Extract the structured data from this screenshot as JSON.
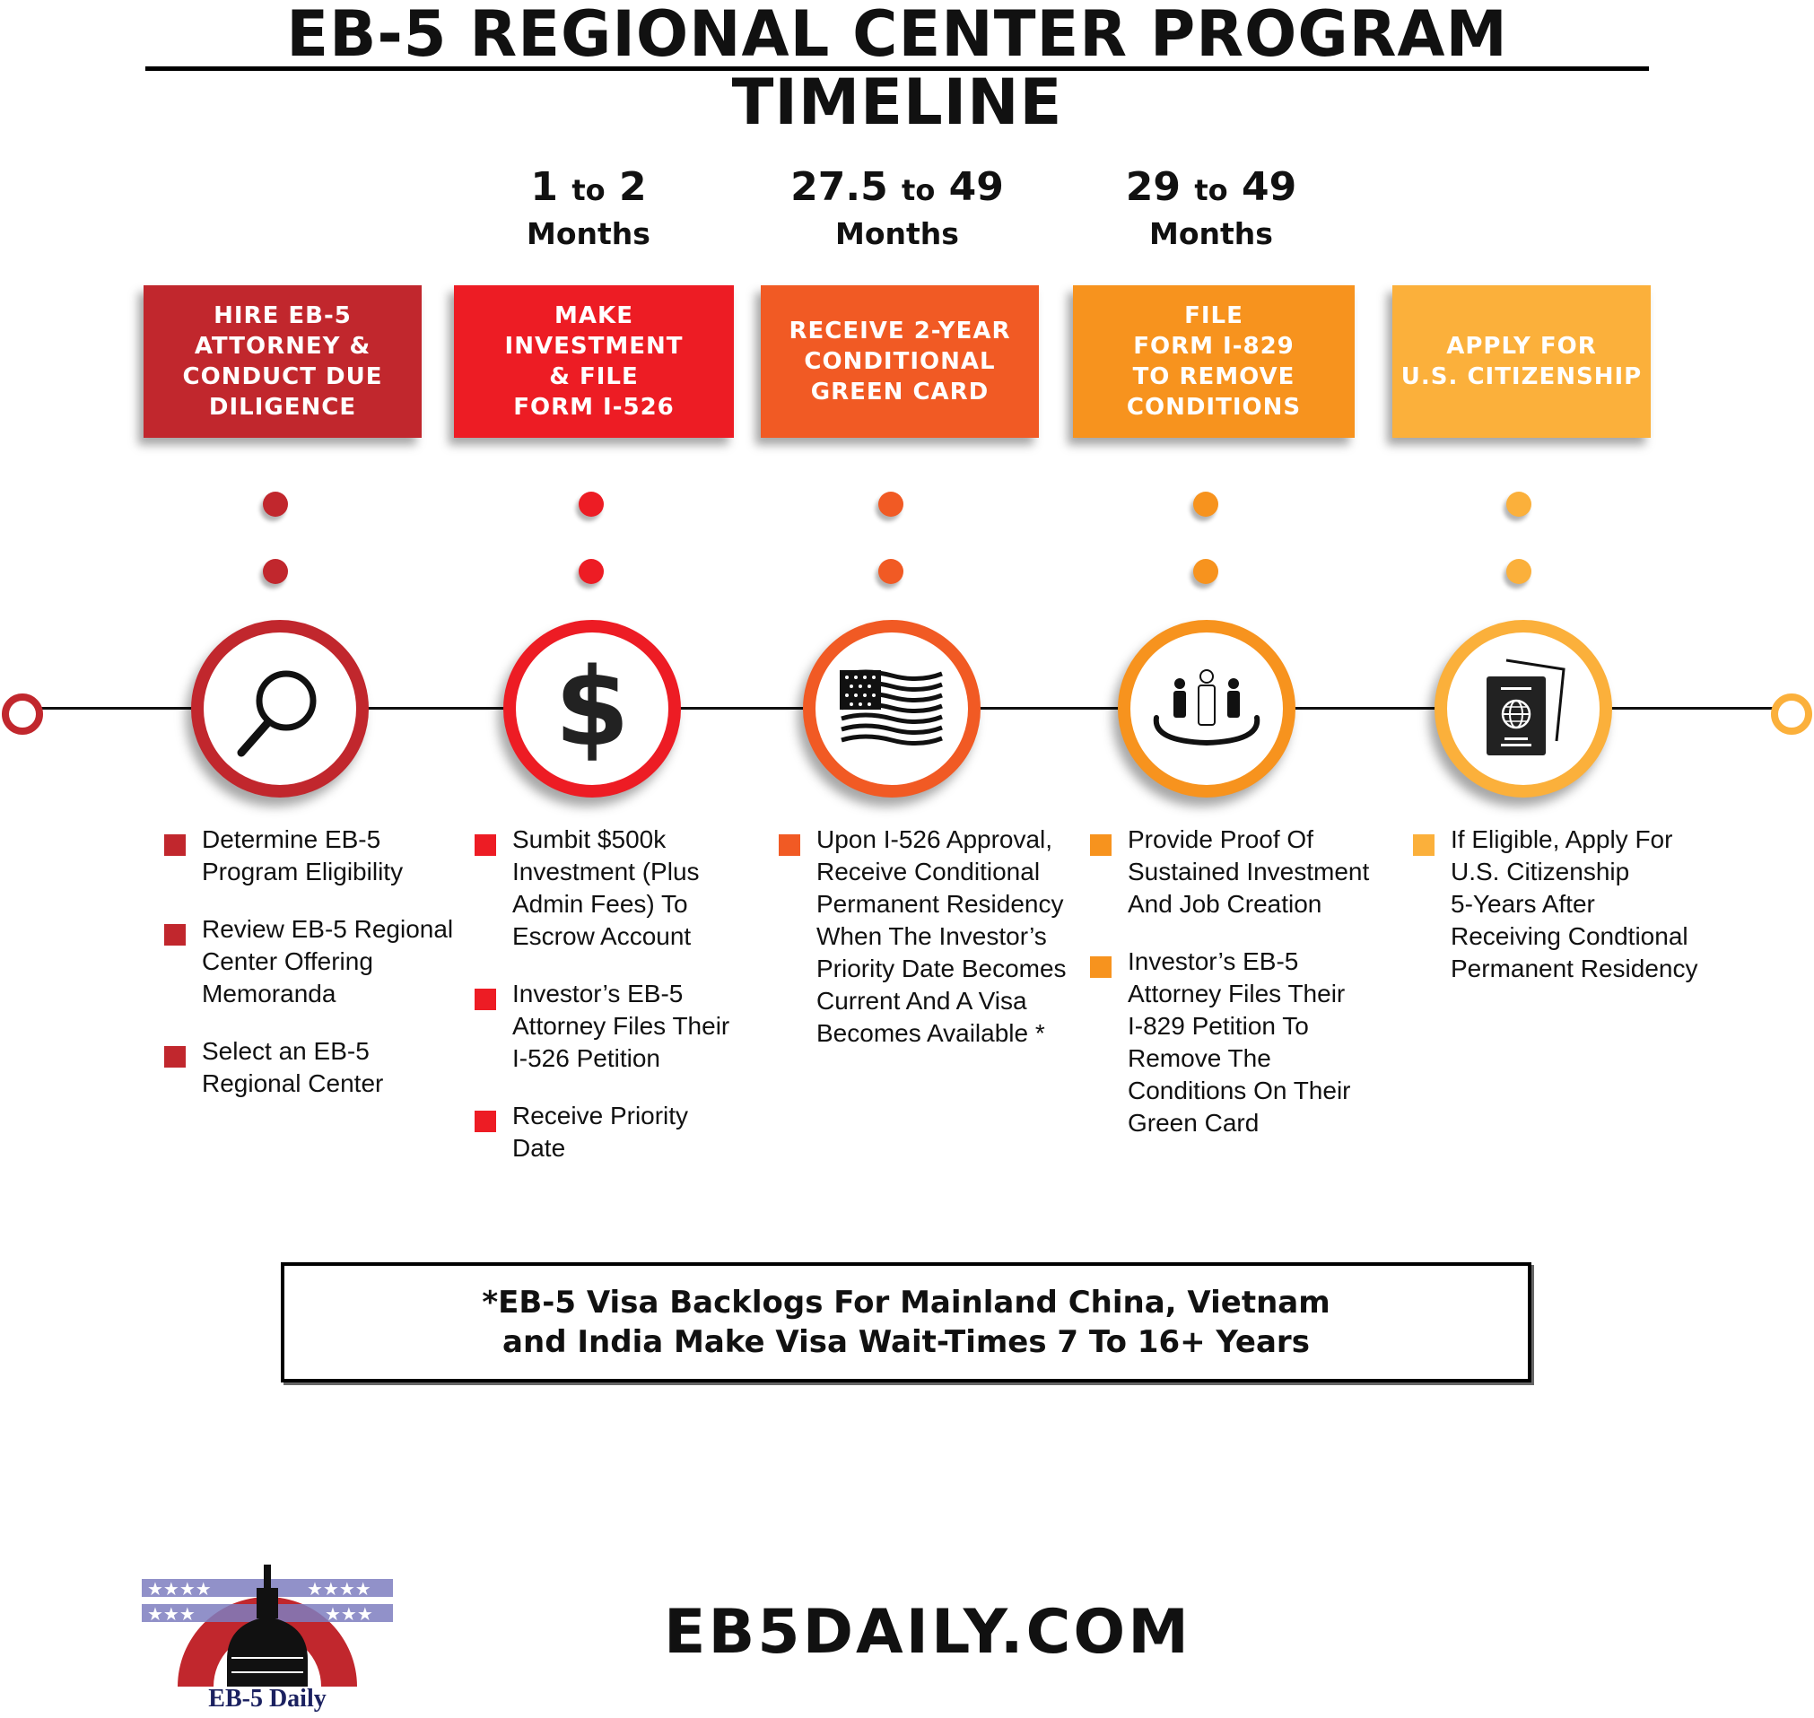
{
  "title": "EB-5 REGIONAL CENTER PROGRAM TIMELINE",
  "colors": {
    "step1": "#c1272d",
    "step2": "#ed1c24",
    "step3": "#f15a24",
    "step4": "#f7931e",
    "step5": "#fbb03b"
  },
  "steps": [
    {
      "duration": null,
      "box_label": "HIRE EB-5\nATTORNEY &\nCONDUCT DUE\nDILIGENCE",
      "icon": "magnifying-glass-icon",
      "bullets": [
        "Determine EB-5\nProgram Eligibility",
        "Review EB-5 Regional\nCenter Offering\nMemoranda",
        "Select an EB-5\nRegional Center"
      ]
    },
    {
      "duration": {
        "from": "1",
        "to_word": "to",
        "to": "2",
        "unit": "Months"
      },
      "box_label": "MAKE\nINVESTMENT\n& FILE\nFORM I-526",
      "icon": "dollar-sign-icon",
      "bullets": [
        "Sumbit $500k\nInvestment (Plus\nAdmin Fees) To\nEscrow Account",
        "Investor’s EB-5\nAttorney Files Their\nI-526 Petition",
        "Receive Priority\nDate"
      ]
    },
    {
      "duration": {
        "from": "27.5",
        "to_word": "to",
        "to": "49",
        "unit": "Months"
      },
      "box_label": "RECEIVE 2-YEAR\nCONDITIONAL\nGREEN CARD",
      "icon": "us-flag-icon",
      "bullets": [
        "Upon I-526 Approval,\nReceive Conditional\nPermanent Residency\nWhen The Investor’s\nPriority Date Becomes\nCurrent And A Visa\nBecomes Available *"
      ]
    },
    {
      "duration": {
        "from": "29",
        "to_word": "to",
        "to": "49",
        "unit": "Months"
      },
      "box_label": "FILE\nFORM I-829\nTO REMOVE\nCONDITIONS",
      "icon": "job-creation-people-icon",
      "bullets": [
        "Provide Proof Of\nSustained Investment\nAnd Job Creation",
        "Investor’s EB-5\nAttorney Files Their\nI-829 Petition To\nRemove The\nConditions On Their\nGreen Card"
      ]
    },
    {
      "duration": null,
      "box_label": "APPLY FOR\nU.S. CITIZENSHIP",
      "icon": "passport-icon",
      "bullets": [
        "If Eligible, Apply For\nU.S. Citizenship\n5-Years After\nReceiving Condtional\nPermanent Residency"
      ]
    }
  ],
  "note": "*EB-5 Visa Backlogs For Mainland China, Vietnam\nand India Make Visa Wait-Times 7 To 16+ Years",
  "footer": {
    "logo_text": "EB-5 Daily",
    "site": "EB5DAILY.COM"
  }
}
